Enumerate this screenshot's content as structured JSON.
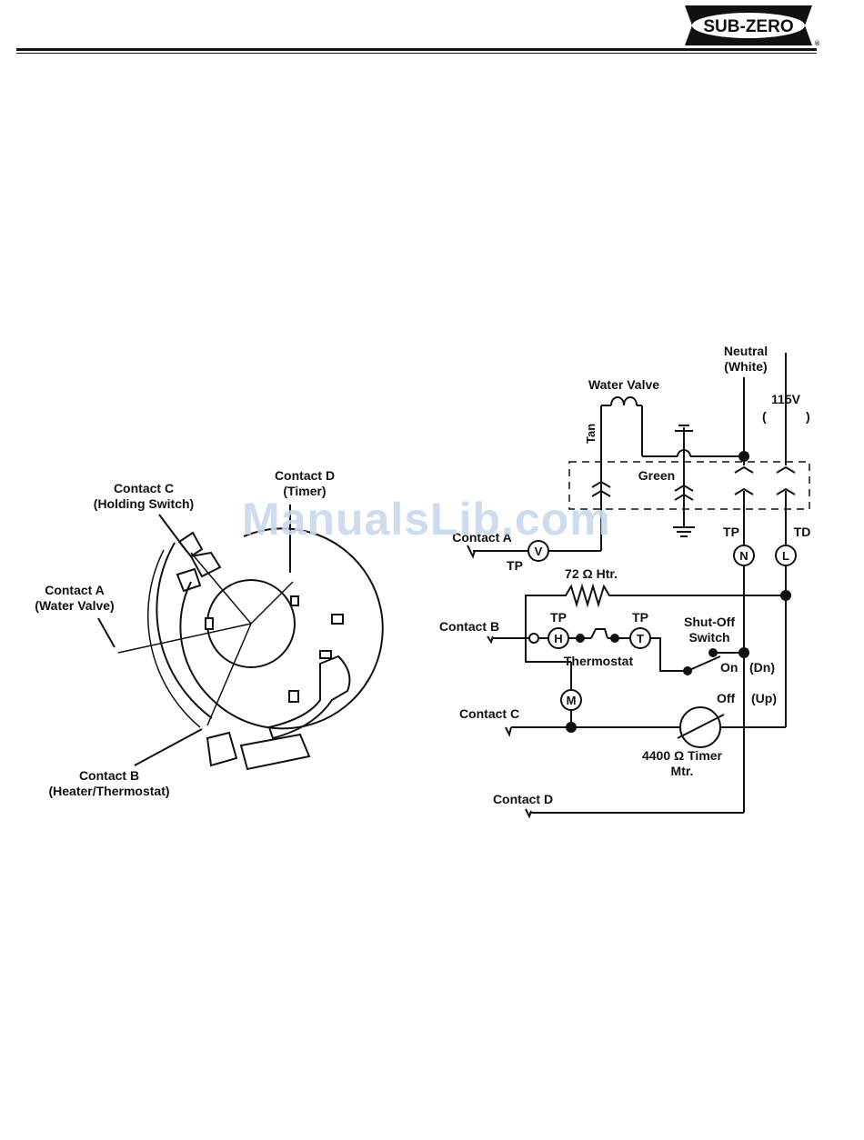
{
  "header": {
    "brand": "SUB-ZERO",
    "registered": "®"
  },
  "watermark": "ManualsLib.com",
  "cam_diagram": {
    "contact_c_label": "Contact C",
    "contact_c_sub": "(Holding Switch)",
    "contact_d_label": "Contact D",
    "contact_d_sub": "(Timer)",
    "contact_a_label": "Contact A",
    "contact_a_sub": "(Water Valve)",
    "contact_b_label": "Contact B",
    "contact_b_sub": "(Heater/Thermostat)"
  },
  "schematic": {
    "neutral": "Neutral",
    "neutral_sub": "(White)",
    "voltage": "115V",
    "voltage_paren_open": "(",
    "voltage_paren_close": ")",
    "water_valve": "Water Valve",
    "tan": "Tan",
    "green": "Green",
    "tp1": "TP",
    "td": "TD",
    "n": "N",
    "l": "L",
    "contact_a": "Contact A",
    "v": "V",
    "tp_v": "TP",
    "heater": "72 Ω Htr.",
    "contact_b": "Contact B",
    "tp_h": "TP",
    "h": "H",
    "tp_t": "TP",
    "t": "T",
    "thermostat": "Thermostat",
    "shutoff": "Shut-Off",
    "shutoff_sub": "Switch",
    "on": "On",
    "dn": "(Dn)",
    "m": "M",
    "off": "Off",
    "up": "(Up)",
    "contact_c": "Contact C",
    "timer": "4400 Ω Timer",
    "timer_sub": "Mtr.",
    "contact_d": "Contact D"
  }
}
